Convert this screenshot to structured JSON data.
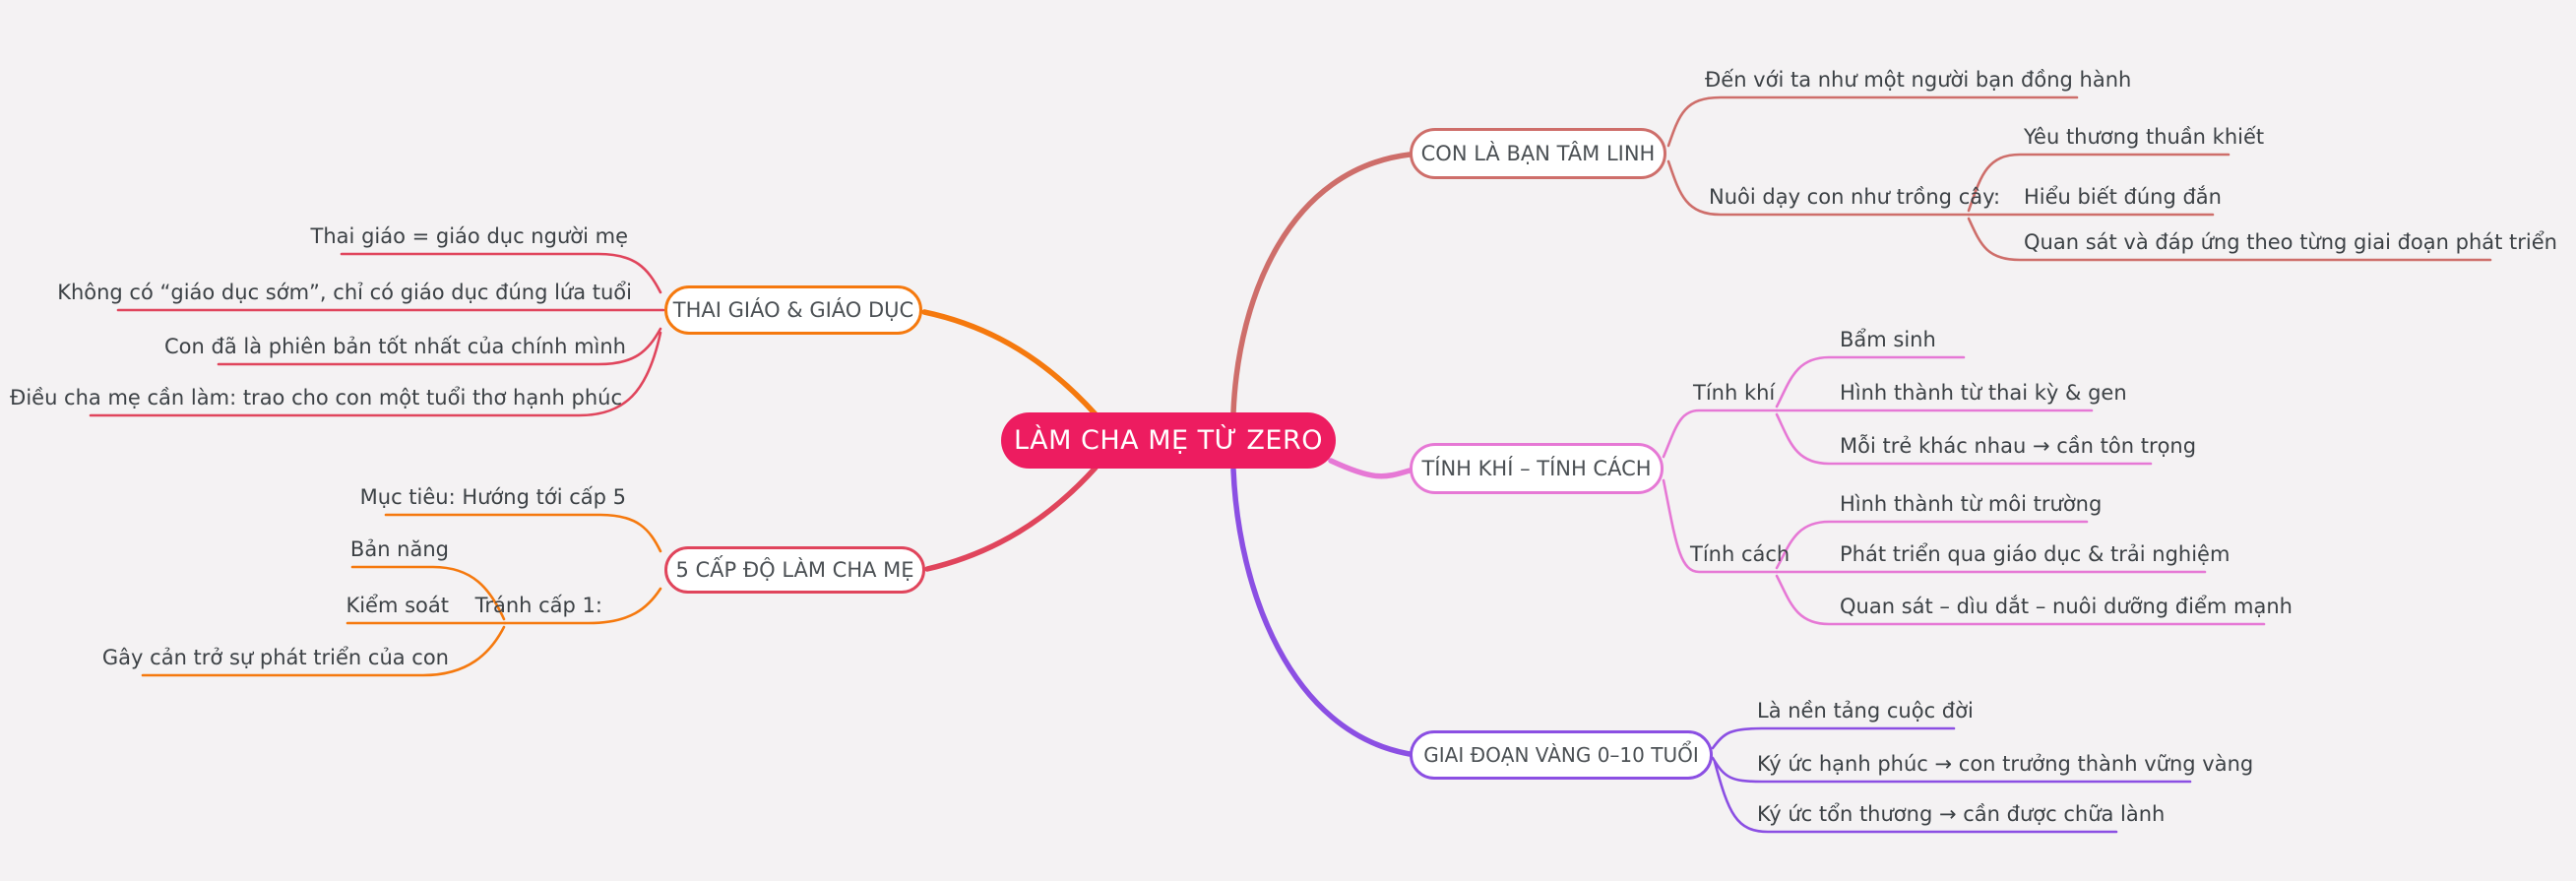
{
  "app": {
    "background_color": "#F4F2F3"
  },
  "palette": {
    "center": "#ED1C60",
    "orange": "#F5790E",
    "red": "#E0455C",
    "salmon": "#CE6E6A",
    "orchid": "#E678D5",
    "purple": "#8B4FE3",
    "text": "#3C4145"
  },
  "mindmap": {
    "root": {
      "label": "LÀM CHA MẸ TỪ ZERO",
      "color": "#ED1C60"
    },
    "branches": [
      {
        "label": "THAI GIÁO & GIÁO DỤC",
        "node_color": "#F5790E",
        "line_color": "#E0455C",
        "children": [
          {
            "label": "Thai giáo = giáo dục người mẹ"
          },
          {
            "label": "Không có “giáo dục sớm”, chỉ có giáo dục đúng lứa tuổi"
          },
          {
            "label": "Con đã là phiên bản tốt nhất của chính mình"
          },
          {
            "label": "Điều cha mẹ cần làm: trao cho con một tuổi thơ hạnh phúc"
          }
        ]
      },
      {
        "label": "5 CẤP ĐỘ LÀM CHA MẸ",
        "node_color": "#E0455C",
        "line_color": "#F5790E",
        "children": [
          {
            "label": "Mục tiêu: Hướng tới cấp 5"
          },
          {
            "label": "Tránh cấp 1:",
            "children": [
              {
                "label": "Bản năng"
              },
              {
                "label": "Kiểm soát"
              },
              {
                "label": "Gây cản trở sự phát triển của con"
              }
            ]
          }
        ]
      },
      {
        "label": "CON LÀ BẠN TÂM LINH",
        "node_color": "#CE6E6A",
        "line_color": "#CE6E6A",
        "children": [
          {
            "label": "Đến với ta như một người bạn đồng hành"
          },
          {
            "label": "Nuôi dạy con như trồng cây:",
            "children": [
              {
                "label": "Yêu thương thuần khiết"
              },
              {
                "label": "Hiểu biết đúng đắn"
              },
              {
                "label": "Quan sát và đáp ứng theo từng giai đoạn phát triển"
              }
            ]
          }
        ]
      },
      {
        "label": "TÍNH KHÍ – TÍNH CÁCH",
        "node_color": "#E678D5",
        "line_color": "#E678D5",
        "children": [
          {
            "label": "Tính khí",
            "children": [
              {
                "label": "Bẩm sinh"
              },
              {
                "label": "Hình thành từ thai kỳ & gen"
              },
              {
                "label": "Mỗi trẻ khác nhau → cần tôn trọng"
              }
            ]
          },
          {
            "label": "Tính cách",
            "children": [
              {
                "label": "Hình thành từ môi trường"
              },
              {
                "label": "Phát triển qua giáo dục & trải nghiệm"
              },
              {
                "label": "Quan sát – dìu dắt – nuôi dưỡng điểm mạnh"
              }
            ]
          }
        ]
      },
      {
        "label": "GIAI ĐOẠN VÀNG 0–10 TUỔI",
        "node_color": "#8B4FE3",
        "line_color": "#8B4FE3",
        "children": [
          {
            "label": "Là nền tảng cuộc đời"
          },
          {
            "label": "Ký ức hạnh phúc → con trưởng thành vững vàng"
          },
          {
            "label": "Ký ức tổn thương → cần được chữa lành"
          }
        ]
      }
    ]
  }
}
